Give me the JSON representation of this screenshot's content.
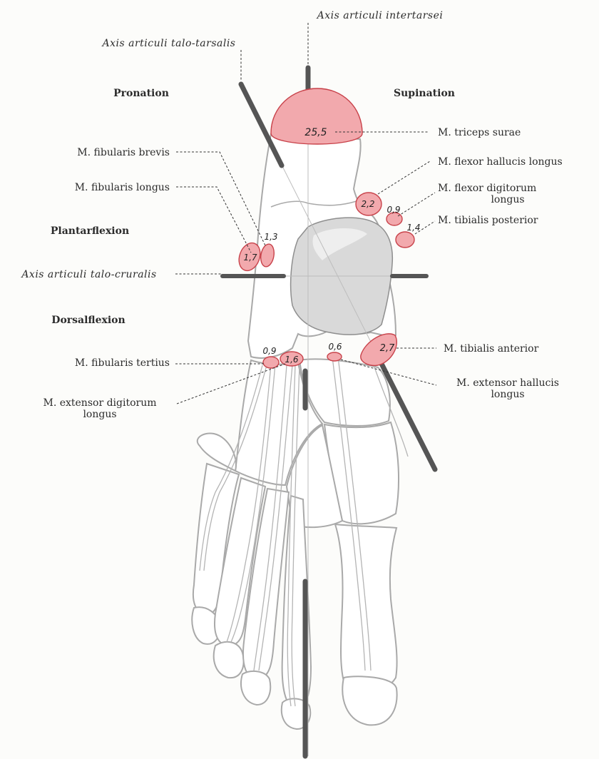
{
  "axes": {
    "intertarsei": "Axis articuli intertarsei",
    "talo_tarsalis": "Axis articuli talo-tarsalis",
    "talo_cruralis": "Axis articuli talo-cruralis"
  },
  "movements": {
    "pronation": "Pronation",
    "supination": "Supination",
    "plantarflexion": "Plantarflexion",
    "dorsalflexion": "Dorsalflexion"
  },
  "muscles": {
    "triceps_surae": {
      "label": "M. triceps surae",
      "value": "25,5"
    },
    "fibularis_brevis": {
      "label": "M. fibularis brevis",
      "value": "1,3"
    },
    "fibularis_longus": {
      "label": "M. fibularis longus",
      "value": "1,7"
    },
    "flexor_hallucis_longus": {
      "label": "M. flexor hallucis longus",
      "value": "2,2"
    },
    "flexor_digitorum_longus": {
      "label_line1": "M. flexor digitorum",
      "label_line2": "longus",
      "value": "0,9"
    },
    "tibialis_posterior": {
      "label": "M. tibialis posterior",
      "value": "1,4"
    },
    "tibialis_anterior": {
      "label": "M. tibialis anterior",
      "value": "2,7"
    },
    "fibularis_tertius": {
      "label": "M. fibularis tertius",
      "value": "0,9"
    },
    "extensor_digitorum_longus": {
      "label_line1": "M. extensor digitorum",
      "label_line2": "longus",
      "value": "1,6"
    },
    "extensor_hallucis_longus": {
      "label_line1": "M. extensor hallucis",
      "label_line2": "longus",
      "value": "0,6"
    }
  },
  "colors": {
    "muscle_fill": "#f2a9ad",
    "muscle_stroke": "#c8424a",
    "bone_outline": "#a9a9a9",
    "axis_rod": "#555555",
    "text": "#2b2b2b"
  }
}
